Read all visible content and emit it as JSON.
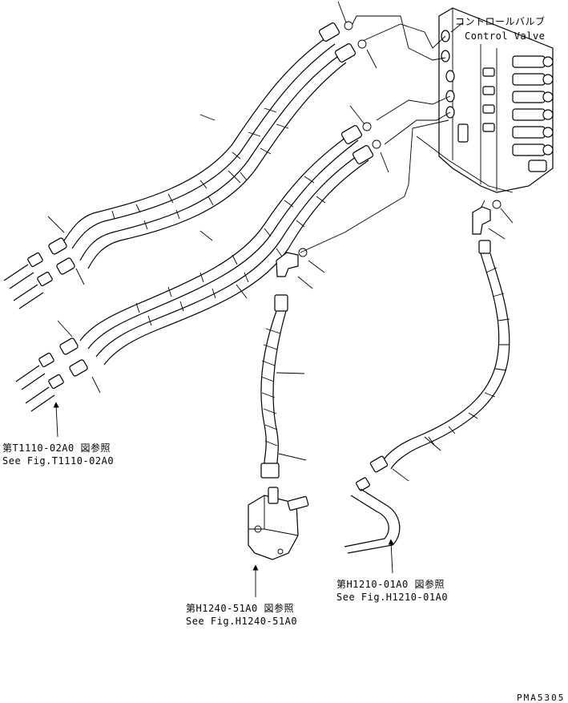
{
  "labels": {
    "control_valve_jp": "コントロールバルブ",
    "control_valve_en": "Control Valve",
    "ref_left_jp": "第T1110-02A0 図参照",
    "ref_left_en": "See Fig.T1110-02A0",
    "ref_center_jp": "第H1240-51A0 図参照",
    "ref_center_en": "See Fig.H1240-51A0",
    "ref_right_jp": "第H1210-01A0 図参照",
    "ref_right_en": "See Fig.H1210-01A0",
    "drawing_no": "PMA5305"
  }
}
